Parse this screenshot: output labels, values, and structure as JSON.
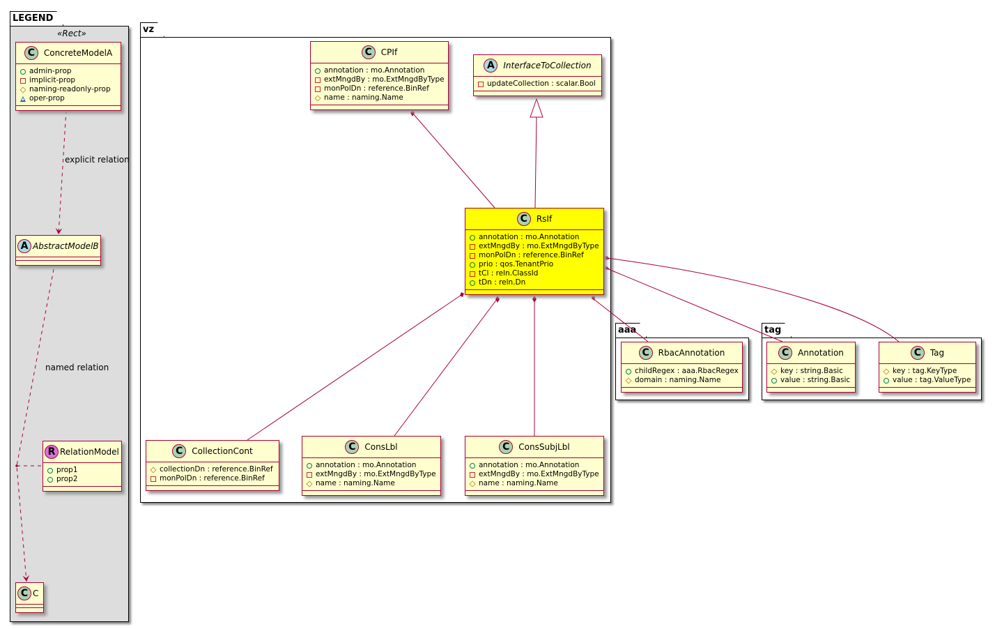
{
  "packages": {
    "legend": {
      "name": "LEGEND",
      "stereotype": "«Rect»"
    },
    "vz": {
      "name": "vz"
    },
    "aaa": {
      "name": "aaa"
    },
    "tag": {
      "name": "tag"
    }
  },
  "colors": {
    "border": "#A80036",
    "class_bg": "#FEFECE",
    "highlight_bg": "#FFFF00",
    "legend_bg": "#DDDDDD"
  },
  "relations": {
    "explicit": "explicit relation",
    "named": "named relation"
  },
  "classes": {
    "ConcreteModelA": {
      "kind": "C",
      "name": "ConcreteModelA",
      "members": [
        {
          "vis": "public",
          "text": "admin-prop"
        },
        {
          "vis": "private",
          "text": "implicit-prop"
        },
        {
          "vis": "protected",
          "text": "naming-readonly-prop"
        },
        {
          "vis": "package",
          "text": "oper-prop"
        }
      ]
    },
    "AbstractModelB": {
      "kind": "A",
      "name": "AbstractModelB",
      "members": []
    },
    "RelationModel": {
      "kind": "R",
      "name": "RelationModel",
      "members": [
        {
          "vis": "public",
          "text": "prop1"
        },
        {
          "vis": "public",
          "text": "prop2"
        }
      ]
    },
    "C": {
      "kind": "C",
      "name": "C",
      "members": []
    },
    "CPIf": {
      "kind": "C",
      "name": "CPIf",
      "members": [
        {
          "vis": "public",
          "text": "annotation : mo.Annotation"
        },
        {
          "vis": "private",
          "text": "extMngdBy : mo.ExtMngdByType"
        },
        {
          "vis": "private",
          "text": "monPolDn : reference.BinRef"
        },
        {
          "vis": "protected",
          "text": "name : naming.Name"
        }
      ]
    },
    "InterfaceToCollection": {
      "kind": "A",
      "name": "InterfaceToCollection",
      "members": [
        {
          "vis": "private",
          "text": "updateCollection : scalar.Bool"
        }
      ]
    },
    "RsIf": {
      "kind": "C",
      "name": "RsIf",
      "members": [
        {
          "vis": "public",
          "text": "annotation : mo.Annotation"
        },
        {
          "vis": "private",
          "text": "extMngdBy : mo.ExtMngdByType"
        },
        {
          "vis": "private",
          "text": "monPolDn : reference.BinRef"
        },
        {
          "vis": "public",
          "text": "prio : qos.TenantPrio"
        },
        {
          "vis": "private",
          "text": "tCl : reln.ClassId"
        },
        {
          "vis": "public",
          "text": "tDn : reln.Dn"
        }
      ]
    },
    "CollectionCont": {
      "kind": "C",
      "name": "CollectionCont",
      "members": [
        {
          "vis": "protected",
          "text": "collectionDn : reference.BinRef"
        },
        {
          "vis": "private",
          "text": "monPolDn : reference.BinRef"
        }
      ]
    },
    "ConsLbl": {
      "kind": "C",
      "name": "ConsLbl",
      "members": [
        {
          "vis": "public",
          "text": "annotation : mo.Annotation"
        },
        {
          "vis": "private",
          "text": "extMngdBy : mo.ExtMngdByType"
        },
        {
          "vis": "protected",
          "text": "name : naming.Name"
        }
      ]
    },
    "ConsSubjLbl": {
      "kind": "C",
      "name": "ConsSubjLbl",
      "members": [
        {
          "vis": "public",
          "text": "annotation : mo.Annotation"
        },
        {
          "vis": "private",
          "text": "extMngdBy : mo.ExtMngdByType"
        },
        {
          "vis": "protected",
          "text": "name : naming.Name"
        }
      ]
    },
    "RbacAnnotation": {
      "kind": "C",
      "name": "RbacAnnotation",
      "members": [
        {
          "vis": "public",
          "text": "childRegex : aaa.RbacRegex"
        },
        {
          "vis": "protected",
          "text": "domain : naming.Name"
        }
      ]
    },
    "Annotation": {
      "kind": "C",
      "name": "Annotation",
      "members": [
        {
          "vis": "protected",
          "text": "key : string.Basic"
        },
        {
          "vis": "public",
          "text": "value : string.Basic"
        }
      ]
    },
    "Tag": {
      "kind": "C",
      "name": "Tag",
      "members": [
        {
          "vis": "protected",
          "text": "key : tag.KeyType"
        },
        {
          "vis": "public",
          "text": "value : tag.ValueType"
        }
      ]
    }
  }
}
